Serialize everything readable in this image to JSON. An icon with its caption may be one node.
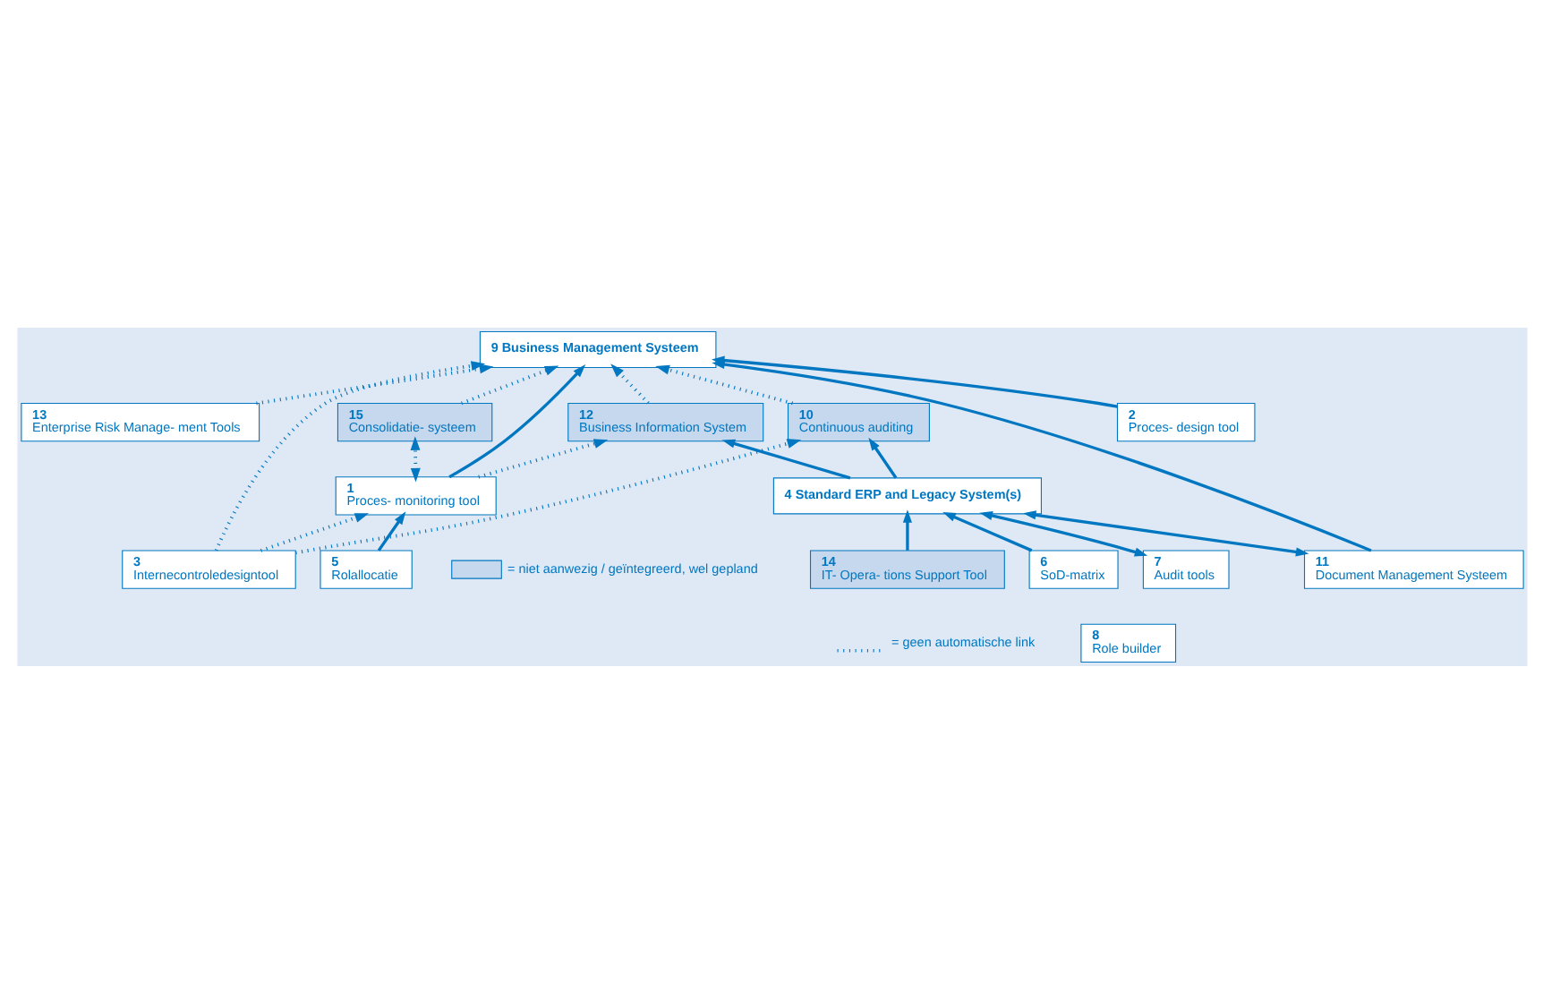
{
  "diagram": {
    "nodes": [
      {
        "text": [
          "13",
          "Enterprise Risk Manage- ment Tools"
        ]
      },
      {
        "text": [
          "9 Business Management Systeem"
        ]
      },
      {
        "text": [
          "12",
          "Business Information System"
        ]
      },
      {
        "text": [
          "1",
          "Proces- monitoring tool"
        ]
      },
      {
        "text": [
          "2",
          "Proces- design tool"
        ]
      },
      {
        "text": [
          "15",
          "Consolidatie- systeem"
        ]
      },
      {
        "text": [
          "14",
          "IT- Opera- tions Support Tool"
        ]
      },
      {
        "text": [
          "11",
          "Document Management Systeem"
        ]
      },
      {
        "text": [
          "3",
          "Internecontroledesigntool"
        ]
      },
      {
        "text": [
          "10",
          "Continuous auditing"
        ]
      },
      {
        "text": [
          "5",
          "Rolallocatie"
        ]
      },
      {
        "text": [
          "6",
          "SoD-matrix"
        ]
      },
      {
        "text": [
          "7",
          "Audit tools"
        ]
      },
      {
        "text": [
          "8",
          "Role builder"
        ]
      },
      {
        "text": [
          "4 Standard ERP and Legacy System(s)"
        ]
      }
    ],
    "edges": [
      {
        "from": 0,
        "to": 1,
        "arrow": "to",
        "style": "dashed"
      },
      {
        "from": 7,
        "to": 1,
        "arrow": "to"
      },
      {
        "from": 2,
        "to": 1,
        "arrow": "to",
        "style": "dashed"
      },
      {
        "from": 3,
        "to": 1,
        "arrow": "to"
      },
      {
        "from": 4,
        "to": 1,
        "arrow": "to"
      },
      {
        "from": 8,
        "to": 1,
        "arrow": "to",
        "style": "dashed"
      },
      {
        "from": 5,
        "to": 1,
        "arrow": "to",
        "style": "dashed"
      },
      {
        "from": 9,
        "to": 1,
        "arrow": "to",
        "style": "dashed"
      },
      {
        "from": 3,
        "to": 2,
        "arrow": "to",
        "style": "dashed"
      },
      {
        "from": 3,
        "to": 5,
        "arrow": "both",
        "style": "dashed"
      },
      {
        "from": 8,
        "to": 3,
        "arrow": "to",
        "style": "dashed"
      },
      {
        "from": 8,
        "to": 9,
        "arrow": "to",
        "style": "dashed"
      },
      {
        "from": 10,
        "to": 3,
        "arrow": "to"
      },
      {
        "from": 14,
        "to": 2,
        "arrow": "to"
      },
      {
        "from": 7,
        "to": 14,
        "arrow": "both"
      },
      {
        "from": 6,
        "to": 14,
        "arrow": "to"
      },
      {
        "from": 11,
        "to": 14,
        "arrow": "to"
      },
      {
        "from": 12,
        "to": 14,
        "arrow": "both"
      },
      {
        "from": 14,
        "to": 9,
        "arrow": "to"
      }
    ],
    "legend": [
      {
        "text": "= niet aanwezig / geïntegreerd, wel gepland",
        "color": "#c5d8ee"
      },
      {
        "text": "= geen automatische link"
      }
    ]
  }
}
